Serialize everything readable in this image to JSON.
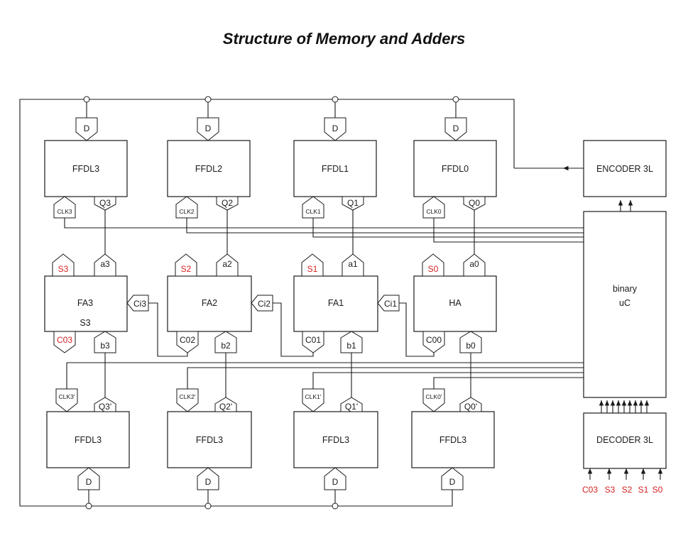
{
  "title": "Structure of Memory and Adders",
  "flipflops_top": [
    {
      "name": "FFDL3",
      "d": "D",
      "clk": "CLK3",
      "q": "Q3"
    },
    {
      "name": "FFDL2",
      "d": "D",
      "clk": "CLK2",
      "q": "Q2"
    },
    {
      "name": "FFDL1",
      "d": "D",
      "clk": "CLK1",
      "q": "Q1"
    },
    {
      "name": "FFDL0",
      "d": "D",
      "clk": "CLK0",
      "q": "Q0"
    }
  ],
  "adders": [
    {
      "name": "FA3",
      "sub": "S3",
      "s": "S3",
      "a": "a3",
      "ci": "Ci3",
      "co": "C03",
      "b": "b3"
    },
    {
      "name": "FA2",
      "sub": "",
      "s": "S2",
      "a": "a2",
      "ci": "Ci2",
      "co": "C02",
      "b": "b2"
    },
    {
      "name": "FA1",
      "sub": "",
      "s": "S1",
      "a": "a1",
      "ci": "Ci1",
      "co": "C01",
      "b": "b1"
    },
    {
      "name": "HA",
      "sub": "",
      "s": "S0",
      "a": "a0",
      "ci": "",
      "co": "C00",
      "b": "b0"
    }
  ],
  "flipflops_bottom": [
    {
      "name": "FFDL3",
      "d": "D",
      "clk": "CLK3'",
      "q": "Q3'"
    },
    {
      "name": "FFDL3",
      "d": "D",
      "clk": "CLK2'",
      "q": "Q2'"
    },
    {
      "name": "FFDL3",
      "d": "D",
      "clk": "CLK1'",
      "q": "Q1'"
    },
    {
      "name": "FFDL3",
      "d": "D",
      "clk": "CLK0'",
      "q": "Q0'"
    }
  ],
  "encoder": "ENCODER 3L",
  "controller": {
    "line1": "binary",
    "line2": "uC"
  },
  "decoder": "DECODER 3L",
  "decoder_inputs": [
    "C03",
    "S3",
    "S2",
    "S1",
    "S0"
  ],
  "colors": {
    "line": "#1a1a1a",
    "signal_red": "#d42020",
    "background": "#ffffff"
  }
}
